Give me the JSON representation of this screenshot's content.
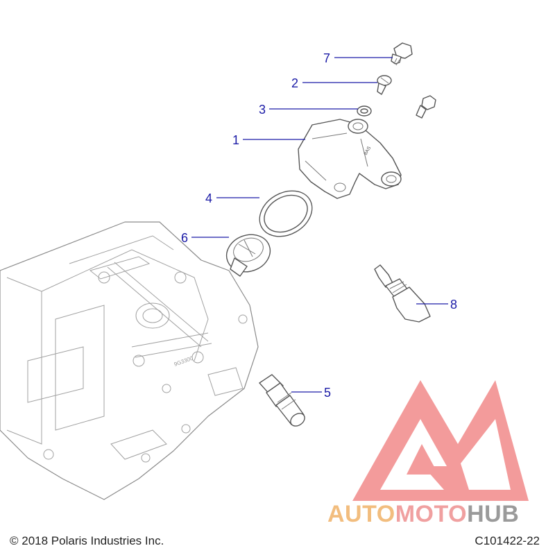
{
  "callouts": [
    {
      "id": "c7",
      "label": "7"
    },
    {
      "id": "c2",
      "label": "2"
    },
    {
      "id": "c3",
      "label": "3"
    },
    {
      "id": "c1",
      "label": "1"
    },
    {
      "id": "c4",
      "label": "4"
    },
    {
      "id": "c6",
      "label": "6"
    },
    {
      "id": "c8",
      "label": "8"
    },
    {
      "id": "c5",
      "label": "5"
    }
  ],
  "footer": {
    "copyright": "© 2018 Polaris Industries Inc.",
    "diagram_code": "C101422-22"
  },
  "watermark": {
    "part1": "AUTO",
    "part2": "MOTO",
    "part3": "HUB",
    "colors": {
      "auto": "#f2bd7e",
      "moto": "#f0a0a0",
      "hub": "#9a9a9a",
      "logo": "#f08a8a"
    }
  },
  "colors": {
    "callout": "#1a1aa6",
    "line_art": "#555555"
  }
}
